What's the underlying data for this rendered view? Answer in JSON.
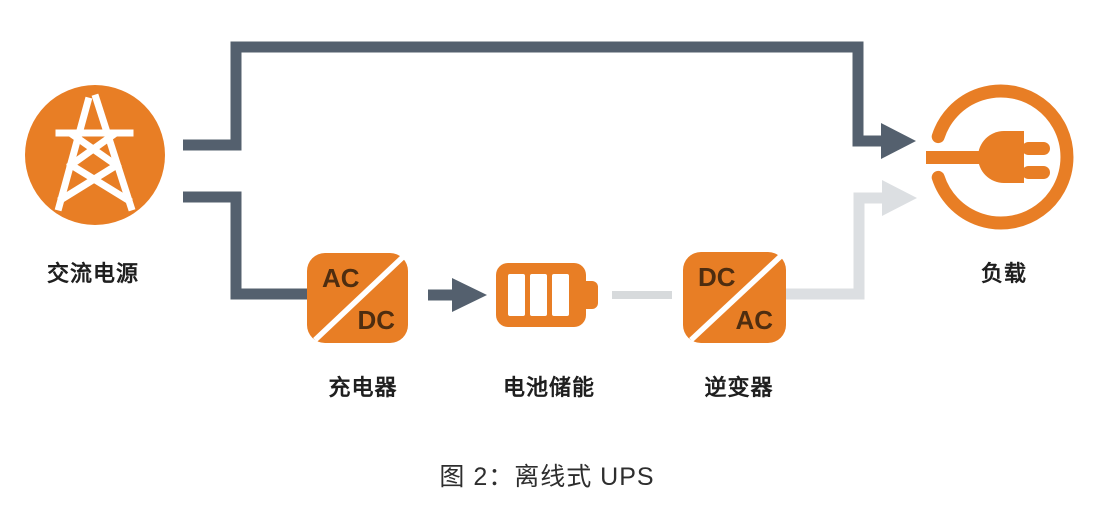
{
  "figure": {
    "caption": "图 2：离线式 UPS"
  },
  "nodes": {
    "ac_source": {
      "label": "交流电源",
      "icon": "transmission-tower-icon"
    },
    "charger": {
      "label": "充电器",
      "top_text": "AC",
      "bottom_text": "DC"
    },
    "battery": {
      "label": "电池储能",
      "icon": "battery-icon"
    },
    "inverter": {
      "label": "逆变器",
      "top_text": "DC",
      "bottom_text": "AC"
    },
    "load": {
      "label": "负载",
      "icon": "power-plug-icon"
    }
  },
  "connections": [
    {
      "from": "ac_source",
      "to": "load",
      "style": "primary-dark",
      "note": "bypass path with arrowhead"
    },
    {
      "from": "ac_source",
      "to": "charger",
      "style": "primary-dark"
    },
    {
      "from": "charger",
      "to": "battery",
      "style": "primary-dark-arrow"
    },
    {
      "from": "battery",
      "to": "inverter",
      "style": "light-gray"
    },
    {
      "from": "inverter",
      "to": "load",
      "style": "light-gray",
      "note": "standby path with arrowhead"
    }
  ],
  "colors": {
    "accent_orange": "#E87E25",
    "dark_path": "#54606E",
    "light_path": "#DCDFE2",
    "connector_gray": "#D7DADC",
    "converter_text": "#4E2D10",
    "label_text": "#1F1F1F",
    "caption_text": "#2E2E2E"
  }
}
